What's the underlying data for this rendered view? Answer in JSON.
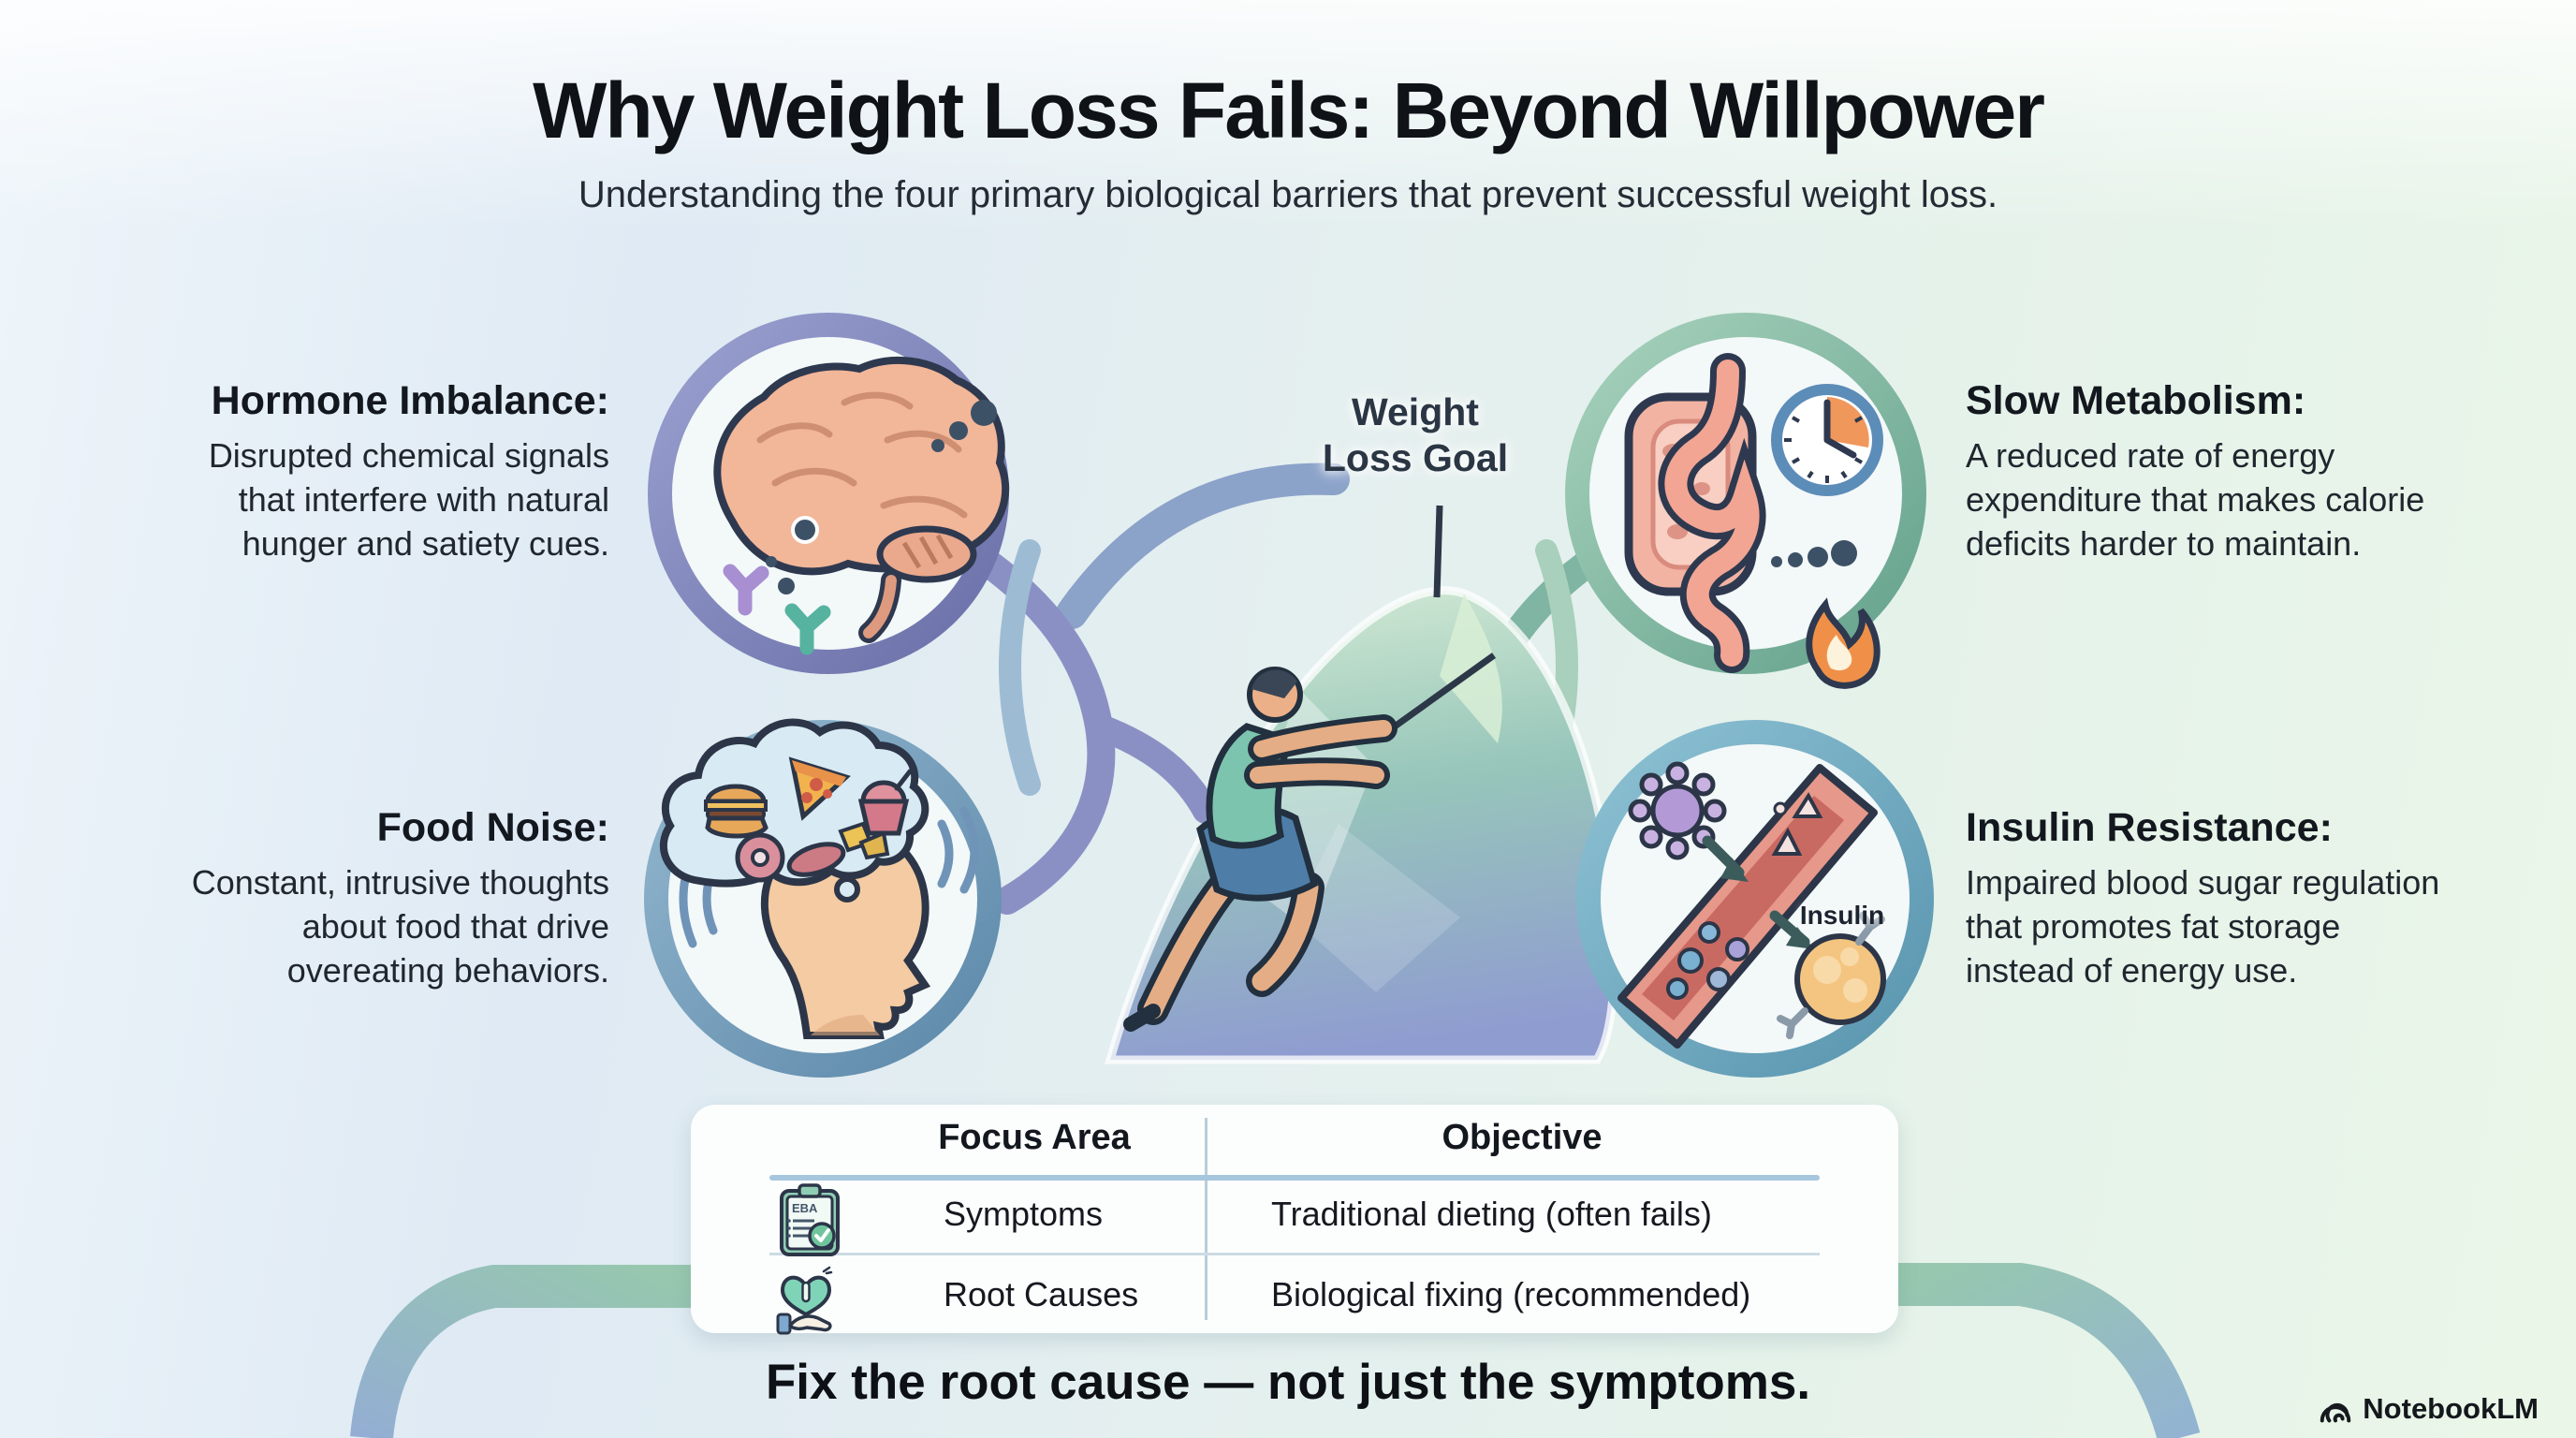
{
  "header": {
    "title": "Why Weight Loss Fails: Beyond Willpower",
    "subtitle": "Understanding the four primary biological barriers that prevent successful weight loss."
  },
  "barriers": {
    "hormone": {
      "heading": "Hormone Imbalance:",
      "line1": "Disrupted chemical signals",
      "line2": "that interfere with natural",
      "line3": "hunger and satiety cues."
    },
    "metabolism": {
      "heading": "Slow Metabolism:",
      "line1": "A reduced rate of energy",
      "line2": "expenditure that makes calorie",
      "line3": "deficits harder to maintain."
    },
    "food_noise": {
      "heading": "Food Noise:",
      "line1": "Constant, intrusive thoughts",
      "line2": "about food that drive",
      "line3": "overeating behaviors."
    },
    "insulin_resistance": {
      "heading": "Insulin Resistance:",
      "line1": "Impaired blood sugar regulation",
      "line2": "that promotes fat storage",
      "line3": "instead of energy use."
    }
  },
  "center": {
    "goal_line1": "Weight",
    "goal_line2": "Loss Goal",
    "insulin_label": "Insulin"
  },
  "table": {
    "header_focus": "Focus Area",
    "header_objective": "Objective",
    "rows": [
      {
        "focus": "Symptoms",
        "objective": "Traditional dieting (often fails)",
        "icon": "clipboard-checklist-icon",
        "icon_text": "EBA"
      },
      {
        "focus": "Root Causes",
        "objective": "Biological fixing (recommended)",
        "icon": "hand-heart-icon"
      }
    ]
  },
  "tagline": "Fix the root cause — not just the symptoms.",
  "branding": {
    "name": "NotebookLM"
  },
  "colors": {
    "ring_hormone": "#7b80b8",
    "ring_metabolism": "#7fb8a1",
    "ring_food_noise": "#6f9ab9",
    "ring_insulin": "#69a4bf",
    "table_header_line": "#a6c6de",
    "background_left": "#dfeaf4",
    "background_right": "#eaf6e8"
  }
}
